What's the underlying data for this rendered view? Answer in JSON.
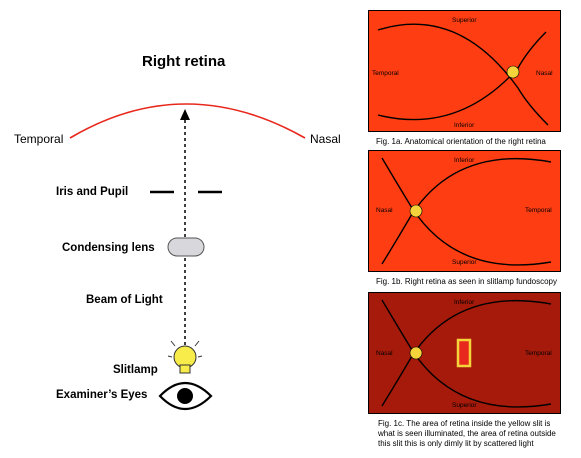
{
  "left": {
    "title": "Right retina",
    "temporal": "Temporal",
    "nasal": "Nasal",
    "iris_label": "Iris and Pupil",
    "lens_label": "Condensing lens",
    "beam_label": "Beam of Light",
    "slitlamp_label": "Slitlamp",
    "eyes_label": "Examiner’s Eyes"
  },
  "fig1a": {
    "superior": "Superior",
    "inferior": "Inferior",
    "temporal": "Temporal",
    "nasal": "Nasal",
    "caption": "Fig. 1a. Anatomical orientation of the right retina",
    "bg_color": "#ff3d12"
  },
  "fig1b": {
    "inferior": "Inferior",
    "superior": "Superior",
    "nasal": "Nasal",
    "temporal": "Temporal",
    "caption": "Fig. 1b. Right retina as seen in slitlamp fundoscopy",
    "bg_color": "#ff3d12"
  },
  "fig1c": {
    "inferior": "Inferior",
    "superior": "Superior",
    "nasal": "Nasal",
    "temporal": "Temporal",
    "caption_line1": "Fig. 1c. The area of retina inside the yellow slit is",
    "caption_line2": "what is seen illuminated, the area of retina outside",
    "caption_line3": "this slit this is only dimly lit by scattered light",
    "bg_color": "#a51a0a"
  },
  "colors": {
    "retina_arc": "#e8281c",
    "optic_disc": "#f5d33a",
    "slit_border": "#f5d33a",
    "slit_fill": "#e8281c",
    "bulb": "#f7ec4a",
    "lens": "#d8d8dc"
  }
}
